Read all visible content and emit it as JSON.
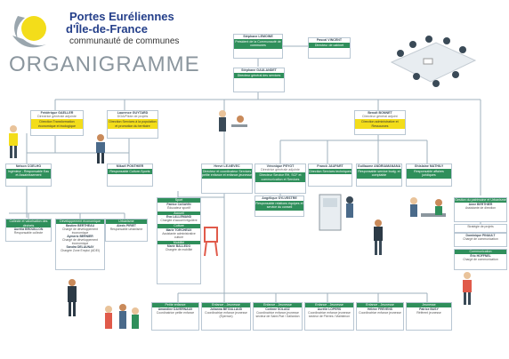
{
  "brand": {
    "title_line1": "Portes Euréliennes",
    "title_line2": "d'Île-de-France",
    "subtitle": "communauté de communes",
    "page_title": "ORGANIGRAMME",
    "colors": {
      "green": "#2f8f5b",
      "yellow": "#f3dd1a",
      "logo_blue": "#243f8a",
      "logo_grey": "#9aa6ae",
      "line": "#9fb0be"
    }
  },
  "top": {
    "president": {
      "name": "Stéphane LEMOINE",
      "role": "Président de la Communauté de communes"
    },
    "cabinet": {
      "name": "Pascal VINCENT",
      "role": "Directeur de cabinet"
    },
    "dgs": {
      "name": "Stéphane GAULANDET",
      "role": "Directeur général des services"
    }
  },
  "poles": {
    "left": {
      "name": "Frédérique GAELLER",
      "role": "Directrice générale adjointe",
      "tag": "Direction Transformation économique et écologique"
    },
    "midleft": {
      "name": "Laurence GUYTARD",
      "role": "DGA/Pilote de projets",
      "tag": "Direction Services à la population et promotion du territoire"
    },
    "right": {
      "name": "Benoît BONNET",
      "role": "Directeur général adjoint",
      "tag": "Direction administrative et Ressources"
    }
  },
  "level3": {
    "nelson": {
      "name": "Nelson COELHO",
      "role": "Ingénieur - Responsable Eau et Assainissement"
    },
    "mikael": {
      "name": "Mikaël PONTHIER",
      "role": "Responsable Culture-Sports"
    },
    "herve": {
      "name": "Hervé LE-NEVEC",
      "role": "Directeur et coordinateur Services petite enfance et enfance-jeunesse"
    },
    "veronique": {
      "name": "Véronique PEYOT",
      "role": "Directrice générale adjointe",
      "sub": "Directeur Service RH, SCF et communication et Services"
    },
    "franck": {
      "name": "Franck JAUPART",
      "role": "Direction Services techniques"
    },
    "guillaume": {
      "name": "Guillaume ANDRIAMANANA",
      "role": "Responsable service budg. et comptable"
    },
    "ghislaine": {
      "name": "Ghislaine MATHILY",
      "role": "Responsable affaires juridiques"
    },
    "angelique": {
      "name": "Angélique SYLVESTRE",
      "role": "Responsable relations équipes et service du conseil"
    }
  },
  "left_groups": {
    "collecte": {
      "head": "Collecte et valorisation des déchets",
      "person": "Aurélia BROUILLON",
      "role": "Responsable collecte"
    },
    "devco": {
      "head": "Développement économique",
      "people": [
        {
          "name": "Bastien BERTHEAU",
          "role": "Chargé de développement économique"
        },
        {
          "name": "Aymeric BERNIER",
          "role": "Chargé de développement économique"
        },
        {
          "name": "Sandra DELAUNAY",
          "role": "Chargée Zone Emploi (ADEI)"
        }
      ]
    },
    "urbanisme": {
      "head": "Urbanisme",
      "person": "Alexis PIRIET",
      "role": "Responsable urbanisme"
    }
  },
  "middle_groups": [
    {
      "head": "Sport",
      "name": "Patrice CASAVIN",
      "role": "Éducateur sportif"
    },
    {
      "head": "Accueil",
      "name": "Eva LALLEMAND",
      "role": "Chargée d'accueil régulière"
    },
    {
      "head": "Culture",
      "name": "Marie TORCHEUX",
      "role": "Assistante administrative culture"
    },
    {
      "head": "Mobilité",
      "name": "Marie BALLEDO",
      "role": "Chargée de mobilité"
    }
  ],
  "right_groups": [
    {
      "head": "Gestion du patrimoine et Urbanisme",
      "name": "Anne BERTHIER",
      "role": "Assistante de direction"
    },
    {
      "head": "",
      "name": "Dominique PINAULT",
      "role": "Chargé de communication"
    },
    {
      "head": "Communication",
      "name": "Éric HOFFNEL",
      "role": "Chargé de communication"
    }
  ],
  "right_small_titles": [
    "Stratégie de projets"
  ],
  "bottom_row": [
    {
      "head": "Petite enfance",
      "name": "Amandine DAVERNAUX",
      "role": "Coordinatrice petite enfance"
    },
    {
      "head": "Enfance - Jeunesse",
      "name": "Johanna BETAILLAUD",
      "role": "Coordinatrice enfance jeunesse (Épernon)"
    },
    {
      "head": "Enfance - Jeunesse",
      "name": "Corinne SOLASZ",
      "role": "Coordinatrice enfance-jeunesse secteur de Saint-Piat / Gallardon"
    },
    {
      "head": "Enfance - Jeunesse",
      "name": "Aurélie LOPERS",
      "role": "Coordinatrice enfance jeunesse secteur de Pierres / Maintenon"
    },
    {
      "head": "Enfance - Jeunesse",
      "name": "Hélène FRÉVENS",
      "role": "Coordinatrice enfance jeunesse"
    },
    {
      "head": "Jeunesse",
      "name": "Patrice BUSY",
      "role": "Référent jeunesse"
    }
  ]
}
